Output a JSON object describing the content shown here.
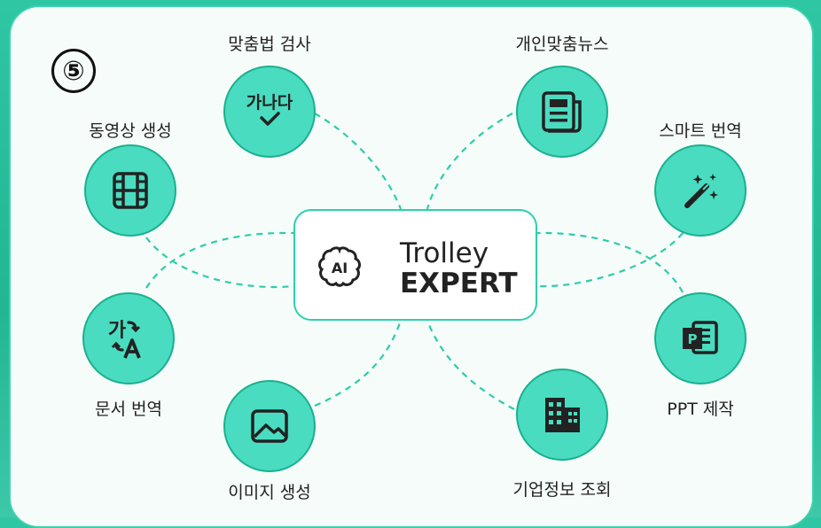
{
  "badge": "⑤",
  "hub": {
    "line1": "Trolley",
    "line2": "EXPERT",
    "icon": "AI"
  },
  "nodes": [
    {
      "label": "맞춤법 검사",
      "icon_text": "가나다"
    },
    {
      "label": "개인맞춤뉴스"
    },
    {
      "label": "동영상 생성"
    },
    {
      "label": "스마트 번역"
    },
    {
      "label": "문서 번역",
      "icon_text": "가"
    },
    {
      "label": "PPT 제작"
    },
    {
      "label": "이미지 생성"
    },
    {
      "label": "기업정보 조회"
    }
  ],
  "colors": {
    "accent": "#49dcc0",
    "border": "#1bb08f",
    "line": "#2ad1ad",
    "background": "#22b692"
  }
}
